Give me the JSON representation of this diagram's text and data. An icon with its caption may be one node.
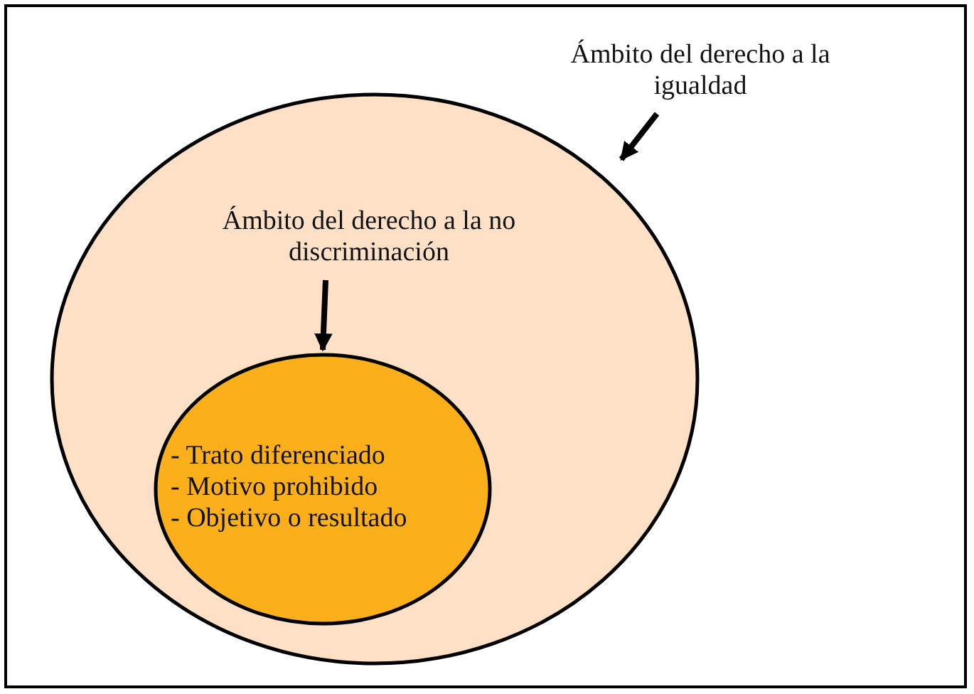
{
  "diagram": {
    "nodes": [
      {
        "text": [
          "Ámbito del derecho a la igualdad"
        ]
      },
      {
        "text": [],
        "shape": "ellipse"
      },
      {
        "text": [
          "Ámbito del derecho a la no discriminación"
        ],
        "in": 1
      },
      {
        "text": [
          "- Trato diferenciado",
          "- Motivo prohibido",
          "- Objetivo o resultado"
        ],
        "in": 1
      }
    ],
    "edges": [
      {
        "from": 0,
        "to": 1,
        "arrow": "to"
      },
      {
        "from": 2,
        "to": 3,
        "arrow": "to"
      }
    ]
  }
}
